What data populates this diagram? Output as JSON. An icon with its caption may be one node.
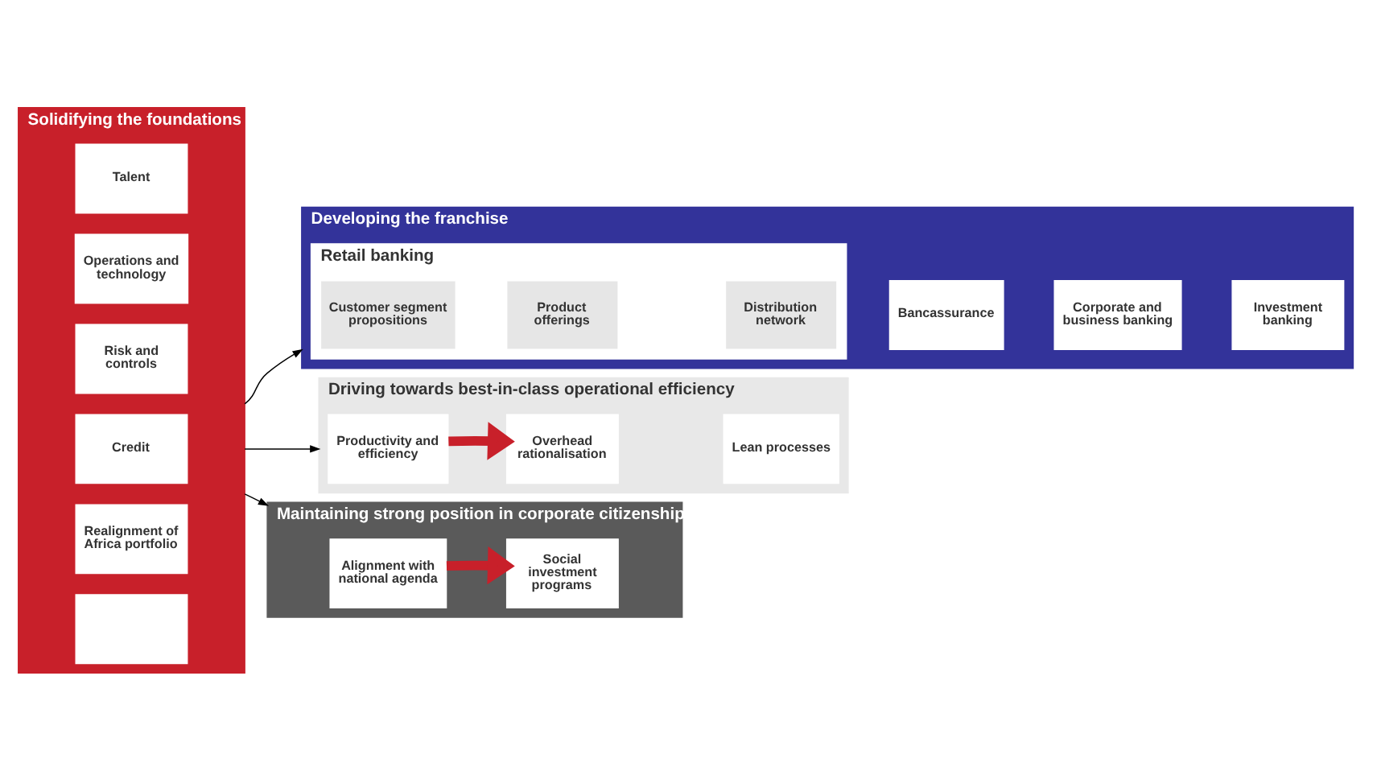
{
  "diagram": {
    "nodes": [
      {
        "text": [
          "Solidifying the foundations"
        ]
      },
      {
        "text": [
          "Talent"
        ],
        "in": 0
      },
      {
        "text": [
          "Operations and technology"
        ],
        "in": 0
      },
      {
        "text": [
          "Risk and controls"
        ],
        "in": 0
      },
      {
        "text": [
          "Credit"
        ],
        "in": 0
      },
      {
        "text": [
          "Realignment of Africa portfolio"
        ],
        "in": 0
      },
      {
        "text": [],
        "shape": "box",
        "in": 0
      },
      {
        "text": [
          "Developing the franchise"
        ]
      },
      {
        "text": [
          "Retail banking"
        ],
        "in": 7
      },
      {
        "text": [
          "Customer segment propositions"
        ],
        "in": 8
      },
      {
        "text": [
          "Product offerings"
        ],
        "in": 8
      },
      {
        "text": [
          "Distribution network"
        ],
        "in": 8
      },
      {
        "text": [
          "Bancassurance"
        ],
        "in": 7
      },
      {
        "text": [
          "Corporate and business banking"
        ],
        "in": 7
      },
      {
        "text": [
          "Investment banking"
        ],
        "in": 7
      },
      {
        "text": [
          "Driving towards best-in-class operational efficiency"
        ]
      },
      {
        "text": [
          "Productivity and efficiency"
        ],
        "in": 15
      },
      {
        "text": [
          "Overhead rationalisation"
        ],
        "in": 15
      },
      {
        "text": [
          "Lean processes"
        ],
        "in": 15
      },
      {
        "text": [
          "Maintaining strong position in corporate citizenship"
        ]
      },
      {
        "text": [
          "Alignment with national agenda"
        ],
        "in": 19
      },
      {
        "text": [
          "Social investment programs"
        ],
        "in": 19
      }
    ],
    "edges": [
      {
        "from": 0,
        "to": 7,
        "arrow": "to"
      },
      {
        "from": 0,
        "to": 15,
        "arrow": "to"
      },
      {
        "from": 0,
        "to": 19,
        "arrow": "to"
      },
      {
        "from": 16,
        "to": 17,
        "arrow": "to",
        "style": "thick",
        "color": "#c8202a"
      },
      {
        "from": 20,
        "to": 21,
        "arrow": "to",
        "style": "thick",
        "color": "#c8202a"
      }
    ]
  }
}
